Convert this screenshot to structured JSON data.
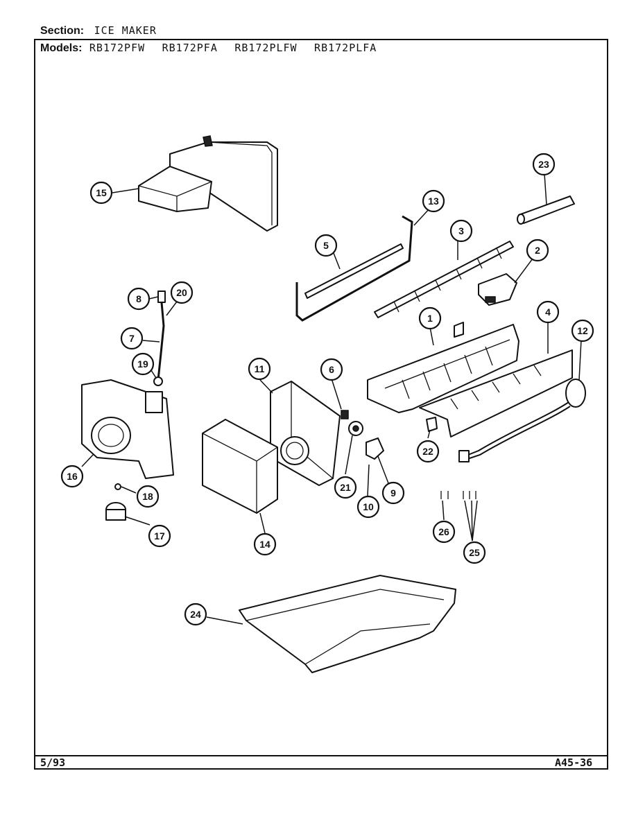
{
  "header": {
    "section_label": "Section:",
    "section_value": "ICE MAKER",
    "models_label": "Models:",
    "models": [
      "RB172PFW",
      "RB172PFA",
      "RB172PLFW",
      "RB172PLFA"
    ]
  },
  "footer": {
    "left": "5/93",
    "right": "A45-36"
  },
  "callouts": [
    "1",
    "2",
    "3",
    "4",
    "5",
    "6",
    "7",
    "8",
    "9",
    "10",
    "11",
    "12",
    "13",
    "14",
    "15",
    "16",
    "17",
    "18",
    "19",
    "20",
    "21",
    "22",
    "23",
    "24",
    "25",
    "26"
  ]
}
